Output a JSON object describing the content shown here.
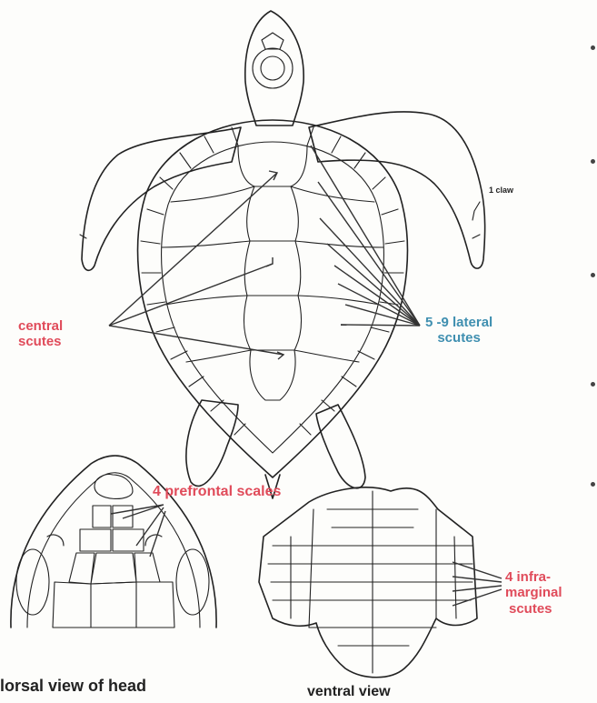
{
  "labels": {
    "claw": "1 claw",
    "central_line1": "central",
    "central_line2": "scutes",
    "lateral_line1": "5 -9 lateral",
    "lateral_line2": "scutes",
    "prefrontal": "4 prefrontal scales",
    "infra_line1": "4 infra-",
    "infra_line2": "marginal",
    "infra_line3": "scutes",
    "dorsal_caption": "lorsal view of head",
    "ventral_caption": "ventral view"
  },
  "colors": {
    "red": "#e04b5a",
    "blue": "#3f8fb0",
    "ink": "#222222"
  }
}
